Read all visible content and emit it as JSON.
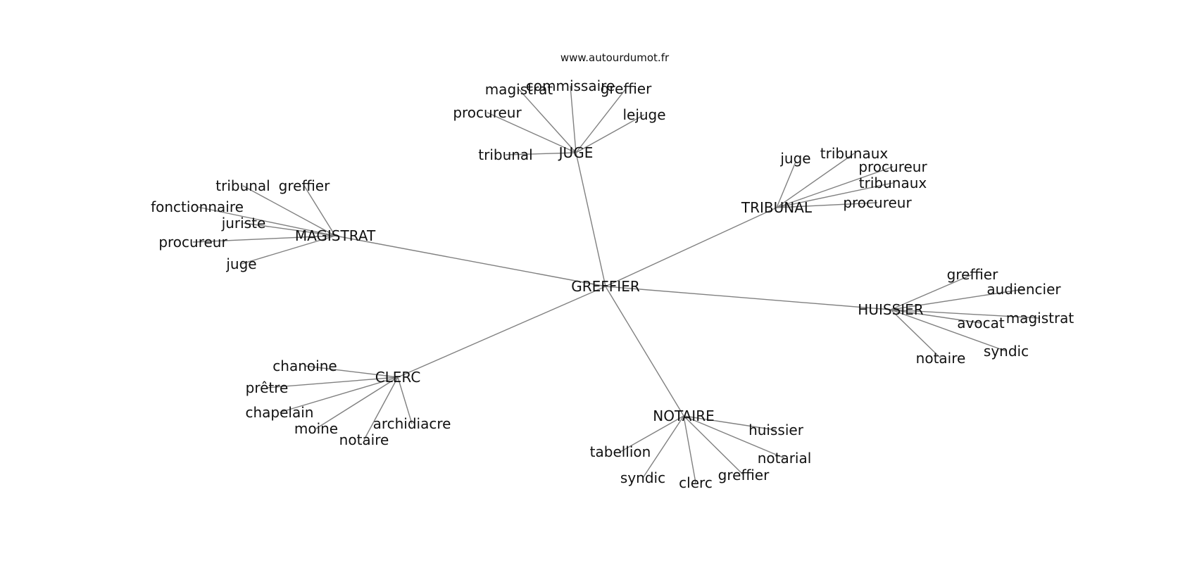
{
  "website": "www.autourdumot.fr",
  "center": "GREFFIER",
  "hubs": [
    {
      "key": "juge",
      "label": "JUGE",
      "leaves": [
        "tribunal",
        "procureur",
        "magistrat",
        "commissaire",
        "greffier",
        "lejuge"
      ]
    },
    {
      "key": "tribunal",
      "label": "TRIBUNAL",
      "leaves": [
        "juge",
        "tribunaux",
        "procureur",
        "tribunaux",
        "procureur"
      ]
    },
    {
      "key": "magistrat",
      "label": "MAGISTRAT",
      "leaves": [
        "tribunal",
        "greffier",
        "fonctionnaire",
        "juriste",
        "procureur",
        "juge"
      ]
    },
    {
      "key": "huissier",
      "label": "HUISSIER",
      "leaves": [
        "greffier",
        "audiencier",
        "magistrat",
        "avocat",
        "syndic",
        "notaire"
      ]
    },
    {
      "key": "clerc",
      "label": "CLERC",
      "leaves": [
        "chanoine",
        "prêtre",
        "chapelain",
        "moine",
        "notaire",
        "archidiacre"
      ]
    },
    {
      "key": "notaire",
      "label": "NOTAIRE",
      "leaves": [
        "tabellion",
        "syndic",
        "clerc",
        "greffier",
        "notarial",
        "huissier"
      ]
    }
  ]
}
